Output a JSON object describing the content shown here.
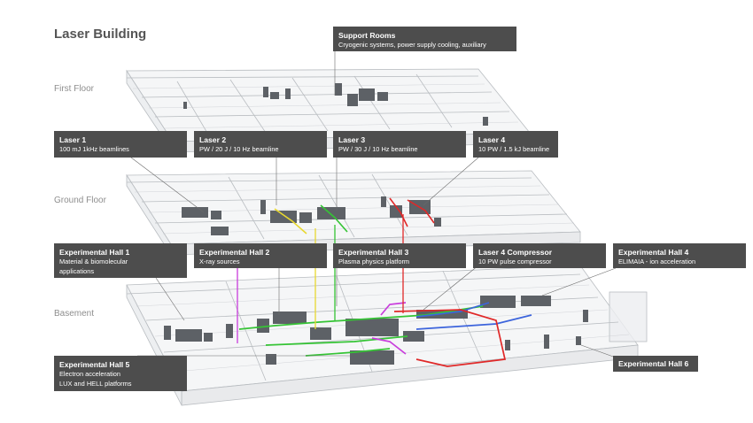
{
  "title": "Laser Building",
  "floors": {
    "first": "First Floor",
    "ground": "Ground Floor",
    "basement": "Basement"
  },
  "labels": {
    "support": {
      "title": "Support Rooms",
      "lines": [
        "Cryogenic systems, power supply cooling, auxiliary systems"
      ]
    },
    "laser1": {
      "title": "Laser 1",
      "lines": [
        "100 mJ  1kHz beamlines"
      ]
    },
    "laser2": {
      "title": "Laser 2",
      "lines": [
        "PW / 20 J / 10 Hz beamline"
      ]
    },
    "laser3": {
      "title": "Laser 3",
      "lines": [
        "PW / 30 J / 10 Hz beamline"
      ]
    },
    "laser4": {
      "title": "Laser 4",
      "lines": [
        "10 PW / 1.5 kJ beamline"
      ]
    },
    "hall1": {
      "title": "Experimental Hall 1",
      "lines": [
        "Material & biomolecular",
        "applications"
      ]
    },
    "hall2": {
      "title": "Experimental Hall 2",
      "lines": [
        "X-ray sources"
      ]
    },
    "hall3": {
      "title": "Experimental Hall 3",
      "lines": [
        "Plasma physics platform"
      ]
    },
    "compressor": {
      "title": "Laser 4 Compressor",
      "lines": [
        "10 PW pulse compressor"
      ]
    },
    "hall4": {
      "title": "Experimental Hall 4",
      "lines": [
        "ELIMAIA - ion acceleration"
      ]
    },
    "hall5": {
      "title": "Experimental Hall 5",
      "lines": [
        "Electron acceleration",
        "LUX and HELL platforms"
      ]
    },
    "hall6": {
      "title": "Experimental Hall 6",
      "lines": []
    }
  },
  "colors": {
    "label_bg": "#4d4d4d",
    "beam_green": "#35c435",
    "beam_red": "#e02828",
    "beam_yellow": "#e8d830",
    "beam_magenta": "#c83cdc",
    "beam_blue": "#3c64dc",
    "structure": "#b8bcc0"
  }
}
